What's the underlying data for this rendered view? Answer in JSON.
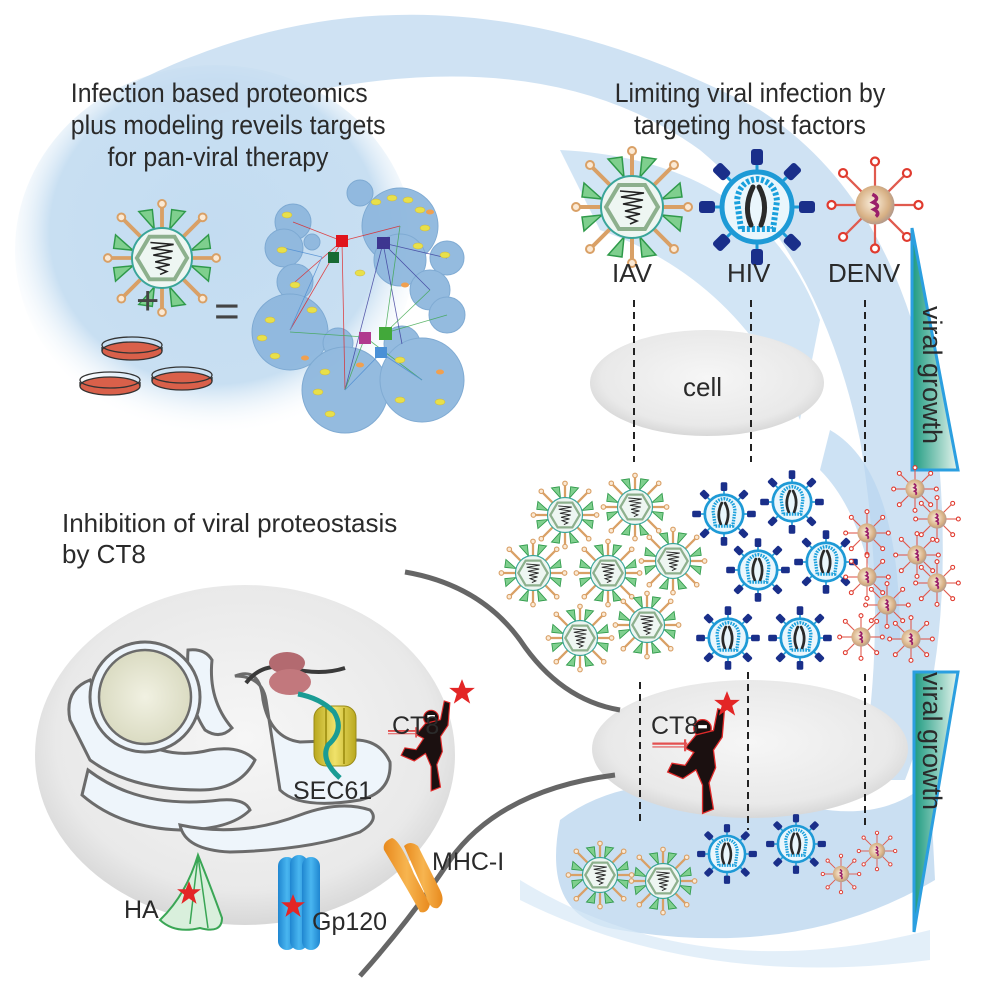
{
  "panels": {
    "proteomics": {
      "title_lines": [
        "Infection based proteomics",
        "plus modeling reveils targets",
        "for pan-viral therapy"
      ],
      "operators": {
        "plus": "+",
        "equals": "="
      }
    },
    "host_factors": {
      "title_lines": [
        "Limiting viral infection by",
        "targeting host factors"
      ],
      "viruses": [
        {
          "label": "IAV",
          "icon": "influenza-virus-icon"
        },
        {
          "label": "HIV",
          "icon": "hiv-virus-icon"
        },
        {
          "label": "DENV",
          "icon": "dengue-virus-icon"
        }
      ],
      "cell_label": "cell",
      "growth_label_top": "viral growth",
      "growth_label_bottom": "viral growth",
      "drug_label": "CT8"
    },
    "proteostasis": {
      "title_lines": [
        "Inhibition of viral proteostasis",
        "by CT8"
      ],
      "labels": {
        "sec61": "SEC61",
        "ct8": "CT8",
        "ha": "HA",
        "gp120": "Gp120",
        "mhc": "MHC-I"
      }
    }
  },
  "colors": {
    "background_arc": "#b9d6ee",
    "cell_fill": "#e6e6e6",
    "iav_spike_green": "#3aa655",
    "iav_stalk": "#d9a066",
    "hiv_blue": "#1e9ad6",
    "hiv_knob": "#1a2f8a",
    "denv_red": "#e03a2e",
    "growth_fill": "#2aa68c",
    "growth_edge": "#2b9fe0",
    "star_red": "#e32626"
  }
}
